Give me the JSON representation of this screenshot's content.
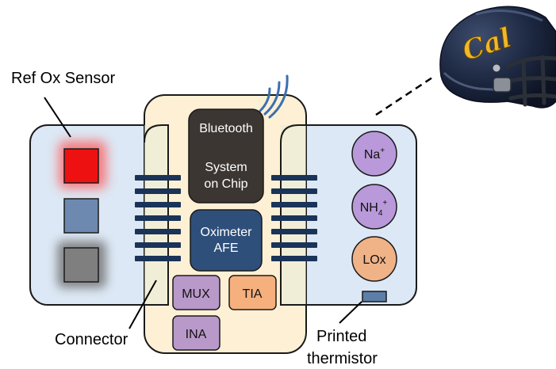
{
  "labels": {
    "ref_ox_sensor": "Ref Ox Sensor",
    "connector": "Connector",
    "printed_thermistor_line1": "Printed",
    "printed_thermistor_line2": "thermistor"
  },
  "chips": {
    "bluetooth_line1": "Bluetooth",
    "bluetooth_line2": "System",
    "bluetooth_line3": "on Chip",
    "oximeter_line1": "Oximeter",
    "oximeter_line2": "AFE"
  },
  "blocks": {
    "mux": "MUX",
    "tia": "TIA",
    "ina": "INA"
  },
  "sensors": {
    "na": {
      "base": "Na",
      "sup": "+"
    },
    "nh4": {
      "base": "NH",
      "sub": "4",
      "sup": "+"
    },
    "lox": "LOx"
  },
  "helmet_logo": "Cal",
  "colors": {
    "patch_fill": "#dce8f5",
    "board_fill": "#fdf0d5",
    "chip_bluetooth": "#3b3632",
    "chip_oximeter": "#2e4f7a",
    "block_purple": "#b999c9",
    "block_orange": "#f5b07e",
    "sensor_purple": "#b999d9",
    "sensor_orange": "#f0b287",
    "connector_pad": "#1a3358",
    "led_red": "#ee1111",
    "photodiode_blue": "#6d89b0",
    "photodiode_gray": "#7f7f7f"
  }
}
